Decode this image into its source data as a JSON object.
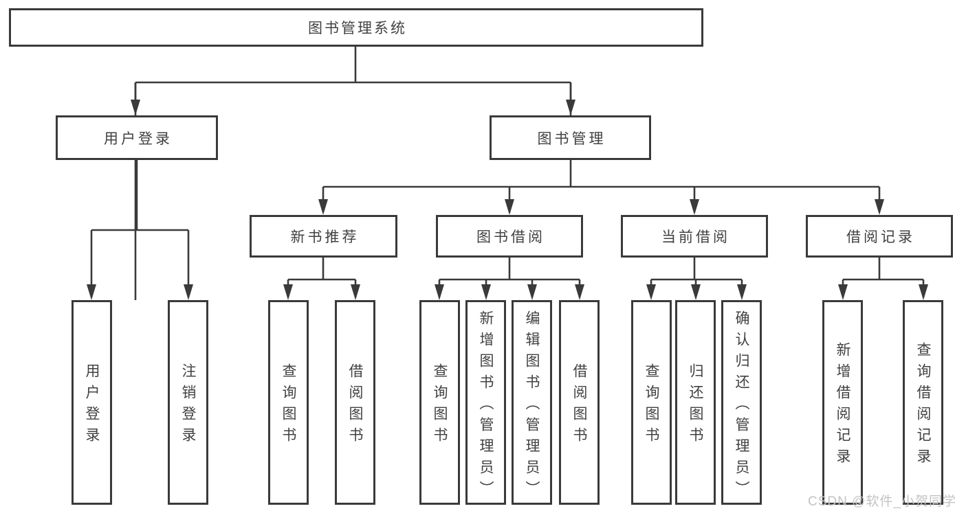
{
  "diagram": {
    "root": {
      "label": "图书管理系统"
    },
    "level2": [
      {
        "label": "用户登录",
        "children": [
          {
            "label": "用户登录"
          },
          {
            "label": "注销登录"
          }
        ]
      },
      {
        "label": "图书管理",
        "children": [
          {
            "label": "新书推荐",
            "children": [
              {
                "label": "查询图书"
              },
              {
                "label": "借阅图书"
              }
            ]
          },
          {
            "label": "图书借阅",
            "children": [
              {
                "label": "查询图书"
              },
              {
                "label": "新增图书（管理员）"
              },
              {
                "label": "编辑图书（管理员）"
              },
              {
                "label": "借阅图书"
              }
            ]
          },
          {
            "label": "当前借阅",
            "children": [
              {
                "label": "查询图书"
              },
              {
                "label": "归还图书"
              },
              {
                "label": "确认归还（管理员）"
              }
            ]
          },
          {
            "label": "借阅记录",
            "children": [
              {
                "label": "新增借阅记录"
              },
              {
                "label": "查询借阅记录"
              }
            ]
          }
        ]
      }
    ]
  },
  "watermark": {
    "text": "CSDN @软件_小贺同学"
  },
  "colors": {
    "line": "#3a3a3a",
    "box_border": "#3a3a3a",
    "text": "#414141",
    "watermark": "#c3c3c3",
    "background": "#ffffff"
  }
}
